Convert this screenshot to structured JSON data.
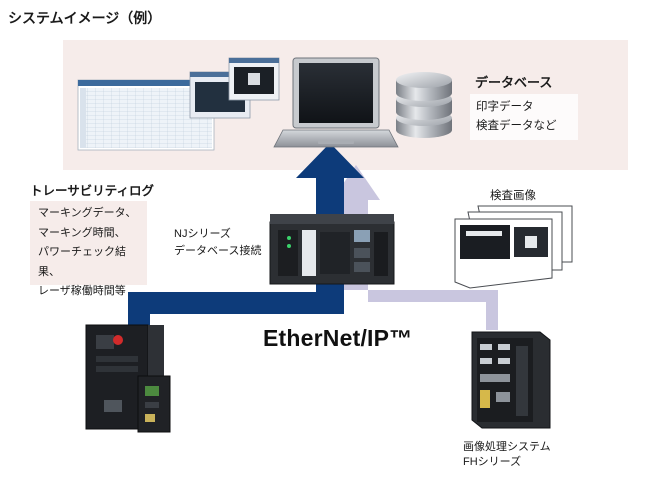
{
  "title": "システムイメージ（例）",
  "database": {
    "title": "データベース",
    "items": [
      "印字データ",
      "検査データなど"
    ]
  },
  "traceability": {
    "title": "トレーサビリティログ",
    "items": [
      "マーキングデータ、",
      "マーキング時間、",
      "パワーチェック結果、",
      "レーザ稼働時間等"
    ]
  },
  "controller": {
    "lines": [
      "NJシリーズ",
      "データベース接続"
    ]
  },
  "inspection_image": {
    "label": "検査画像"
  },
  "network": {
    "label": "EtherNet/IP™"
  },
  "vision_system": {
    "lines": [
      "画像処理システム",
      "FHシリーズ"
    ]
  },
  "colors": {
    "panel_bg": "#f6ecea",
    "arrow_dark": "#0d3b7a",
    "arrow_light": "#c9c6df"
  }
}
